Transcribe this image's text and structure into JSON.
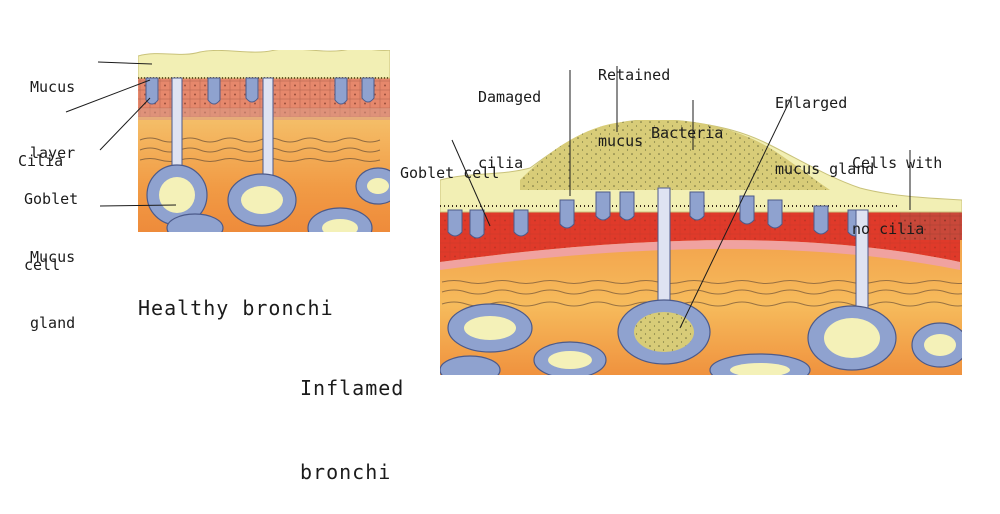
{
  "colors": {
    "mucus": "#f2efb4",
    "mucus_retained": "#dcd07a",
    "epithelium_healthy": "#e8866b",
    "epithelium_inflamed": "#e03a2a",
    "submucosa_light": "#f6b85a",
    "submucosa_dark": "#ee8a3a",
    "gland_cell": "#8fa2cf",
    "gland_lumen": "#f4f1b8",
    "ink": "#1b1b1b"
  },
  "labels": {
    "mucus_layer": [
      "Mucus",
      "layer"
    ],
    "cilia": [
      "Cilia"
    ],
    "goblet_cell_left": [
      "Goblet",
      "cell"
    ],
    "mucus_gland": [
      "Mucus",
      "gland"
    ],
    "damaged_cilia": [
      "Damaged",
      "cilia"
    ],
    "retained_mucus": [
      "Retained",
      "mucus"
    ],
    "bacteria": [
      "Bacteria"
    ],
    "enlarged_mucus_gland": [
      "Enlarged",
      "mucus gland"
    ],
    "goblet_cell_right": [
      "Goblet cell"
    ],
    "cells_with_no_cilia": [
      "Cells with",
      "no cilia"
    ]
  },
  "titles": {
    "healthy": [
      "Healthy bronchi"
    ],
    "inflamed": [
      "Inflamed",
      "bronchi"
    ]
  }
}
